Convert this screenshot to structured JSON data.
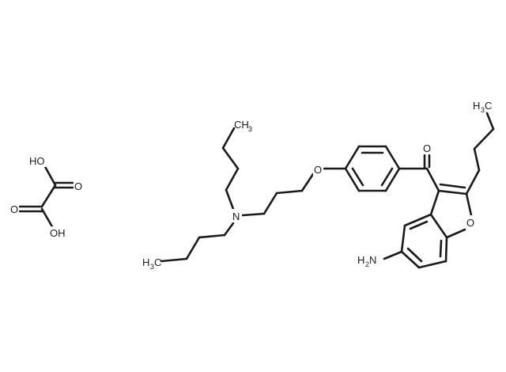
{
  "diagram": {
    "kind": "chemical-structure",
    "colors": {
      "bond": "#1a1a1a",
      "background": "#ffffff"
    },
    "labels": {
      "oxalic_ho": "HO",
      "oxalic_o_top": "O",
      "oxalic_o_bottom": "O",
      "oxalic_oh": "OH",
      "ch3_top": "CH",
      "ch3_top_sub": "3",
      "n": "N",
      "h3c_bottom": "H",
      "h3c_bottom_sub": "3",
      "h3c_bottom_c": "C",
      "ether_o": "O",
      "ketone_o": "O",
      "h3c_right": "H",
      "h3c_right_sub": "3",
      "h3c_right_c": "C",
      "furan_o": "O",
      "amine_h": "H",
      "amine_sub": "2",
      "amine_n": "N"
    }
  }
}
